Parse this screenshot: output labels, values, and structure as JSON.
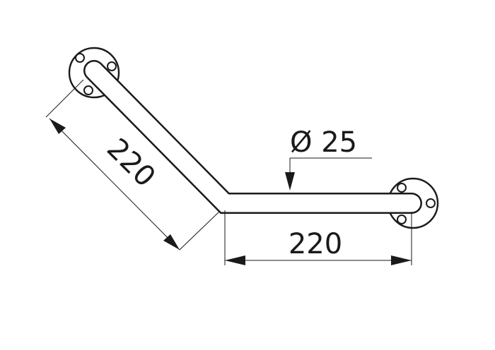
{
  "drawing": {
    "diagonal_length": "220",
    "horizontal_length": "220",
    "diameter_label": "Ø 25"
  }
}
